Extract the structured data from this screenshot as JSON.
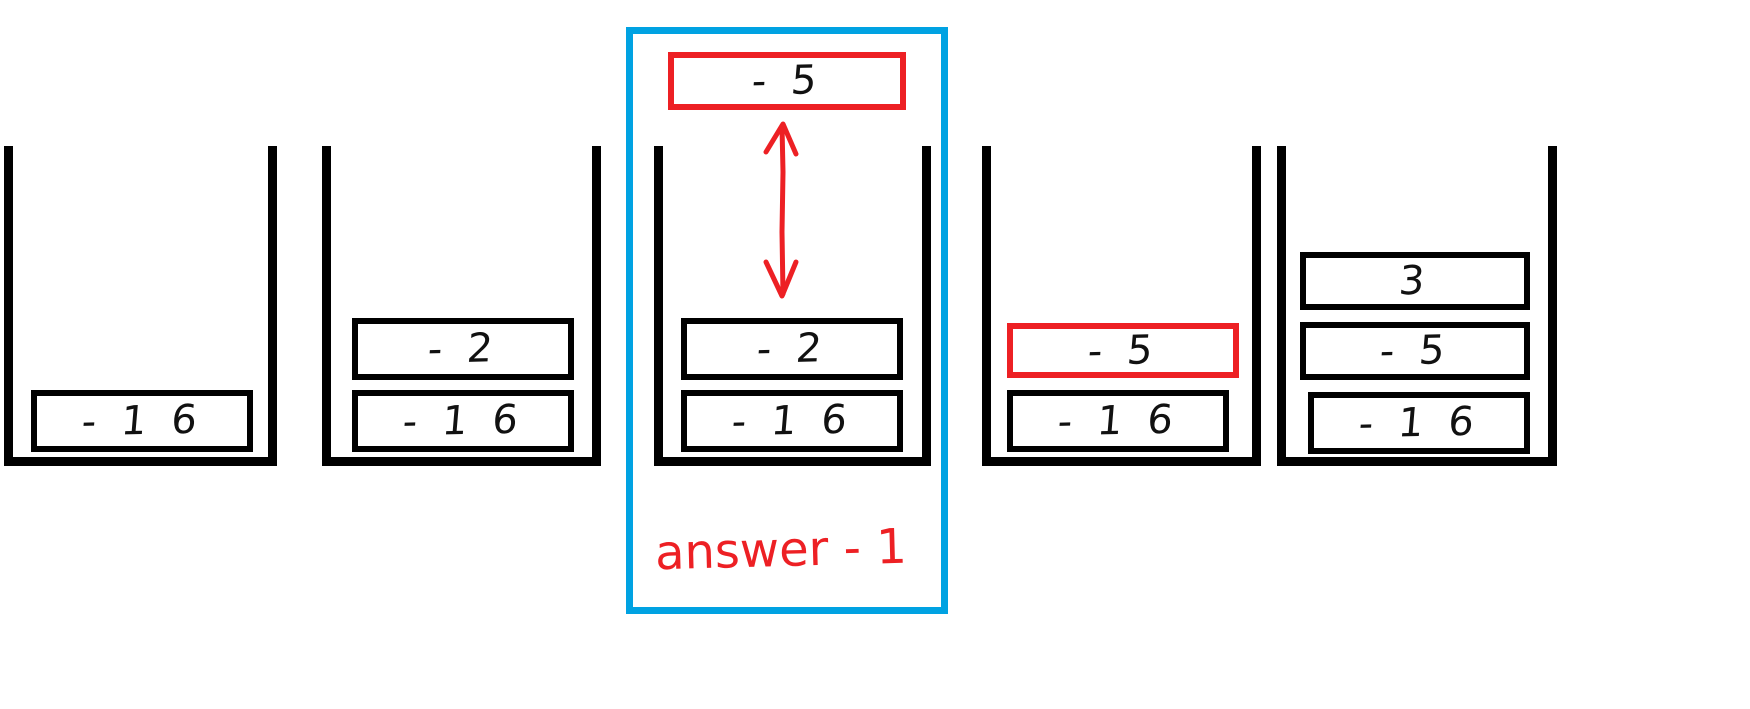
{
  "diagram": {
    "title": "stack-evolution-diagram",
    "colors": {
      "ink": "#000000",
      "highlight_blue": "#00a2e2",
      "mark_red": "#ed2024"
    },
    "annotation": {
      "answer_label": "answer - 1",
      "arrow_name": "double-headed-arrow"
    },
    "stacks": [
      {
        "name": "stack-1",
        "cells": [
          {
            "value": "- 1 6",
            "style": "black"
          }
        ]
      },
      {
        "name": "stack-2",
        "cells": [
          {
            "value": "- 2",
            "style": "black"
          },
          {
            "value": "- 1 6",
            "style": "black"
          }
        ]
      },
      {
        "name": "stack-3",
        "highlighted": true,
        "popped": {
          "value": "- 5",
          "style": "red"
        },
        "cells": [
          {
            "value": "- 2",
            "style": "black"
          },
          {
            "value": "- 1 6",
            "style": "black"
          }
        ]
      },
      {
        "name": "stack-4",
        "cells": [
          {
            "value": "- 5",
            "style": "red"
          },
          {
            "value": "- 1 6",
            "style": "black"
          }
        ]
      },
      {
        "name": "stack-5",
        "cells": [
          {
            "value": "3",
            "style": "black"
          },
          {
            "value": "- 5",
            "style": "black"
          },
          {
            "value": "- 1 6",
            "style": "black"
          }
        ]
      }
    ]
  }
}
